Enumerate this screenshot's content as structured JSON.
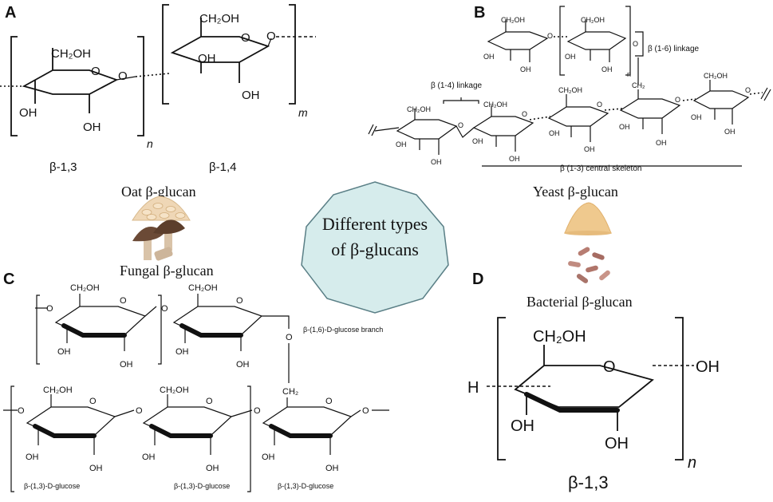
{
  "panels": {
    "A": {
      "letter": "A",
      "ch2oh": "CH₂OH",
      "oh": "OH",
      "o": "O",
      "sub_n": "n",
      "sub_m": "m",
      "label_13": "β-1,3",
      "label_14": "β-1,4",
      "oat": "Oat β-glucan",
      "fungal": "Fungal β-glucan"
    },
    "B": {
      "letter": "B",
      "ch2oh": "CH₂OH",
      "ch2": "CH₂",
      "oh": "OH",
      "o": "O",
      "sub_n": "n",
      "link16": "β (1-6) linkage",
      "link14": "β (1-4) linkage",
      "skeleton": "β (1-3) central skeleton",
      "yeast": "Yeast β-glucan",
      "bacterial": "Bacterial β-glucan"
    },
    "C": {
      "letter": "C",
      "ch2oh": "CH₂OH",
      "ch2": "CH₂",
      "oh": "OH",
      "o": "O",
      "branch": "β-(1,6)-D-glucose branch",
      "glucose": "β-(1,3)-D-glucose"
    },
    "D": {
      "letter": "D",
      "ch2oh": "CH₂OH",
      "oh": "OH",
      "o": "O",
      "h": "H",
      "sub_n": "n",
      "label": "β-1,3"
    }
  },
  "center": {
    "line1": "Different types",
    "line2": "of β-glucans",
    "fill": "#d6ecec",
    "stroke": "#5a7f86"
  },
  "icons": {
    "oat_pile": "oat-flakes-icon",
    "mushroom": "mushroom-icon",
    "yeast_pile": "yeast-powder-icon",
    "bacteria": "bacteria-icon"
  }
}
